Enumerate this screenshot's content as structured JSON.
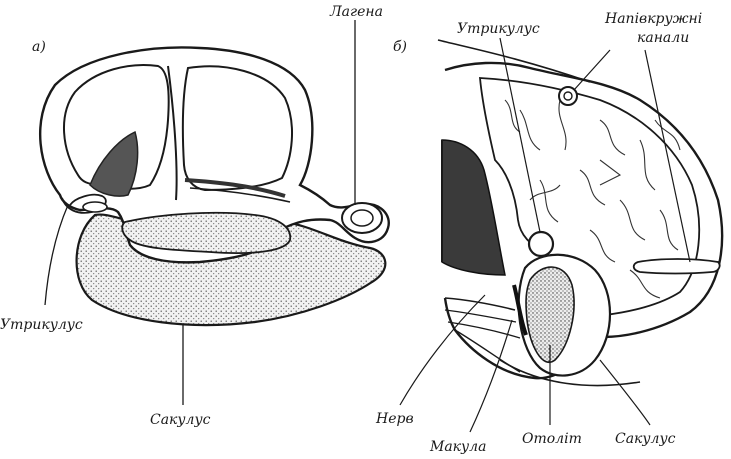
{
  "panel_a": {
    "letter": "а)",
    "labels": {
      "lagena": "Лагена",
      "utriculus": "Утрикулус",
      "sacculus": "Сакулус"
    }
  },
  "panel_b": {
    "letter": "б)",
    "labels": {
      "utriculus": "Утрикулус",
      "semicircular_line1": "Напівкружні",
      "semicircular_line2": "канали",
      "nerve": "Нерв",
      "macula": "Макула",
      "otolith": "Отоліт",
      "sacculus": "Сакулус"
    }
  }
}
